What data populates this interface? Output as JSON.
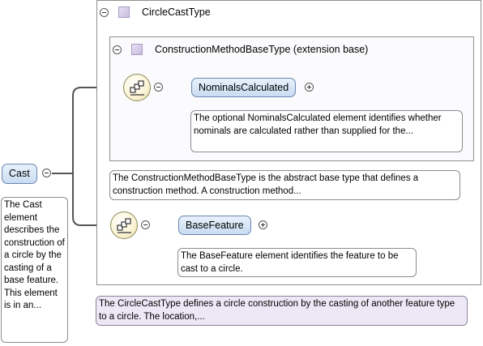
{
  "root": {
    "label": "Cast",
    "note": "The Cast element describes the construction of a circle by the casting of a base feature. This element is in an..."
  },
  "circle_cast_type": {
    "title": "CircleCastType",
    "note": "The CircleCastType defines a circle construction by the casting of another feature type to a circle. The location,..."
  },
  "construction_method_base_type": {
    "title": "ConstructionMethodBaseType (extension base)",
    "note": "The ConstructionMethodBaseType is the abstract base type that defines a construction method. A construction method..."
  },
  "nominals_calculated": {
    "label": "NominalsCalculated",
    "note": "The optional NominalsCalculated element identifies whether nominals are calculated rather than supplied for the..."
  },
  "base_feature": {
    "label": "BaseFeature",
    "note": "The BaseFeature element identifies the feature to be cast to a circle."
  },
  "colors": {
    "element_fill": "#c9dcf2",
    "element_border": "#6b86b0",
    "type_note_fill": "#ede8f6",
    "connector": "#555555"
  },
  "icons": [
    "collapse-icon",
    "expand-icon",
    "type-icon",
    "sequence-compositor-icon"
  ]
}
